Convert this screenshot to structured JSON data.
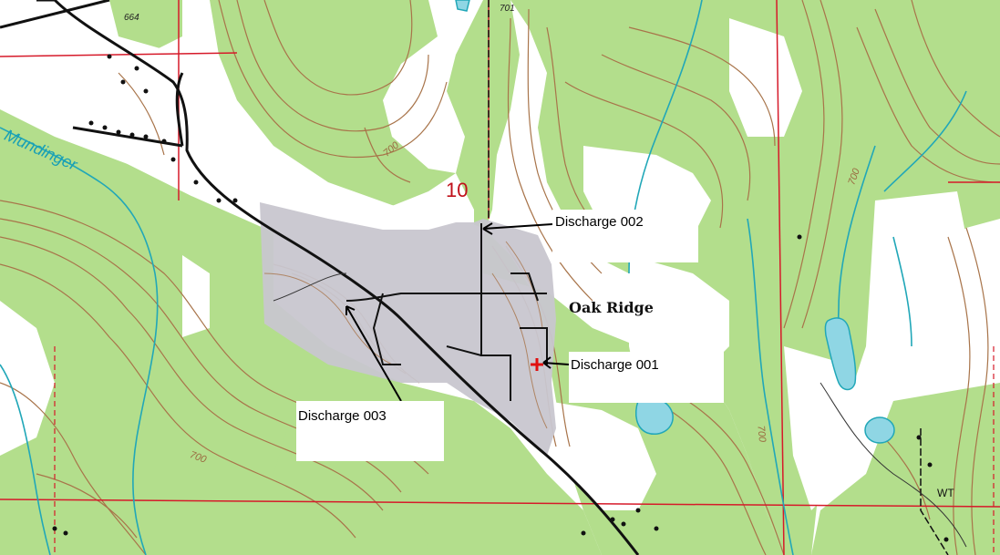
{
  "map": {
    "place_name": "Oak Ridge",
    "section_number": "10",
    "stream_name": "Mundinger",
    "contour_labels": [
      "700",
      "700",
      "700",
      "700"
    ],
    "road_labels": [
      "664",
      "701"
    ],
    "wt_label": "WT",
    "colors": {
      "vegetation": "#b3de8c",
      "contour": "#a8744a",
      "water": "#21a7b8",
      "lake_fill": "#8fd6e4",
      "section_line": "#d61a2a",
      "road": "#111111",
      "facility_area": "#c8c6cf"
    }
  },
  "discharges": [
    {
      "label": "Discharge 002"
    },
    {
      "label": "Discharge 001"
    },
    {
      "label": "Discharge 003"
    }
  ]
}
